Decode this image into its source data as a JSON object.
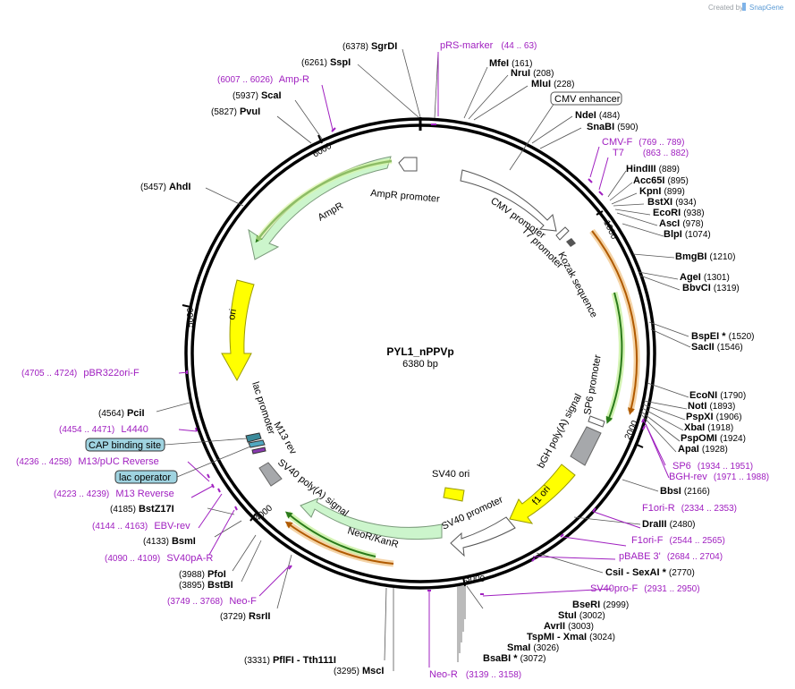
{
  "header": {
    "credit": "Created by",
    "brand": "SnapGene"
  },
  "plasmid": {
    "name": "PYL1_nPPVp",
    "size": "6380 bp"
  },
  "ruler": [
    "1000",
    "2000",
    "3000",
    "4000",
    "5000",
    "6000"
  ],
  "enzymes": [
    {
      "name": "SgrDI",
      "pos": "(6378)"
    },
    {
      "name": "SspI",
      "pos": "(6261)"
    },
    {
      "name": "ScaI",
      "pos": "(5937)"
    },
    {
      "name": "PvuI",
      "pos": "(5827)"
    },
    {
      "name": "AhdI",
      "pos": "(5457)"
    },
    {
      "name": "MfeI",
      "pos": "(161)"
    },
    {
      "name": "NruI",
      "pos": "(208)"
    },
    {
      "name": "MluI",
      "pos": "(228)"
    },
    {
      "name": "NdeI",
      "pos": "(484)"
    },
    {
      "name": "SnaBI",
      "pos": "(590)"
    },
    {
      "name": "HindIII",
      "pos": "(889)"
    },
    {
      "name": "Acc65I",
      "pos": "(895)"
    },
    {
      "name": "KpnI",
      "pos": "(899)"
    },
    {
      "name": "BstXI",
      "pos": "(934)"
    },
    {
      "name": "EcoRI",
      "pos": "(938)"
    },
    {
      "name": "AscI",
      "pos": "(978)"
    },
    {
      "name": "BlpI",
      "pos": "(1074)"
    },
    {
      "name": "BmgBI",
      "pos": "(1210)"
    },
    {
      "name": "AgeI",
      "pos": "(1301)"
    },
    {
      "name": "BbvCI",
      "pos": "(1319)"
    },
    {
      "name": "BspEI *",
      "pos": "(1520)"
    },
    {
      "name": "SacII",
      "pos": "(1546)"
    },
    {
      "name": "EcoNI",
      "pos": "(1790)"
    },
    {
      "name": "NotI",
      "pos": "(1893)"
    },
    {
      "name": "PspXI",
      "pos": "(1906)"
    },
    {
      "name": "XbaI",
      "pos": "(1918)"
    },
    {
      "name": "PspOMI",
      "pos": "(1924)"
    },
    {
      "name": "ApaI",
      "pos": "(1928)"
    },
    {
      "name": "BbsI",
      "pos": "(2166)"
    },
    {
      "name": "DraIII",
      "pos": "(2480)"
    },
    {
      "name": "CsiI - SexAI *",
      "pos": "(2770)"
    },
    {
      "name": "BseRI",
      "pos": "(2999)"
    },
    {
      "name": "StuI",
      "pos": "(3002)"
    },
    {
      "name": "AvrII",
      "pos": "(3003)"
    },
    {
      "name": "TspMI - XmaI",
      "pos": "(3024)"
    },
    {
      "name": "SmaI",
      "pos": "(3026)"
    },
    {
      "name": "BsaBI *",
      "pos": "(3072)"
    },
    {
      "name": "MscI",
      "pos": "(3295)"
    },
    {
      "name": "PflFI - Tth111I",
      "pos": "(3331)"
    },
    {
      "name": "RsrII",
      "pos": "(3729)"
    },
    {
      "name": "BstBI",
      "pos": "(3895)"
    },
    {
      "name": "PfoI",
      "pos": "(3988)"
    },
    {
      "name": "BsmI",
      "pos": "(4133)"
    },
    {
      "name": "BstZ17I",
      "pos": "(4185)"
    },
    {
      "name": "PciI",
      "pos": "(4564)"
    }
  ],
  "primers": [
    {
      "name": "pRS-marker",
      "pos": "(44 .. 63)"
    },
    {
      "name": "Amp-R",
      "pos": "(6007 .. 6026)"
    },
    {
      "name": "CMV-F",
      "pos": "(769 .. 789)"
    },
    {
      "name": "T7",
      "pos": "(863 .. 882)"
    },
    {
      "name": "SP6",
      "pos": "(1934 .. 1951)"
    },
    {
      "name": "BGH-rev",
      "pos": "(1971 .. 1988)"
    },
    {
      "name": "F1ori-R",
      "pos": "(2334 .. 2353)"
    },
    {
      "name": "F1ori-F",
      "pos": "(2544 .. 2565)"
    },
    {
      "name": "pBABE 3'",
      "pos": "(2684 .. 2704)"
    },
    {
      "name": "SV40pro-F",
      "pos": "(2931 .. 2950)"
    },
    {
      "name": "Neo-R",
      "pos": "(3139 .. 3158)"
    },
    {
      "name": "Neo-F",
      "pos": "(3749 .. 3768)"
    },
    {
      "name": "SV40pA-R",
      "pos": "(4090 .. 4109)"
    },
    {
      "name": "EBV-rev",
      "pos": "(4144 .. 4163)"
    },
    {
      "name": "M13 Reverse",
      "pos": "(4223 .. 4239)"
    },
    {
      "name": "M13/pUC Reverse",
      "pos": "(4236 .. 4258)"
    },
    {
      "name": "L4440",
      "pos": "(4454 .. 4471)"
    },
    {
      "name": "pBR322ori-F",
      "pos": "(4705 .. 4724)"
    }
  ],
  "boxed_features": [
    "CMV enhancer",
    "CAP binding site",
    "lac operator"
  ],
  "features": {
    "ampr_promoter": "AmpR promoter",
    "ampr": "AmpR",
    "cmv_promoter": "CMV promoter",
    "t7_promoter": "T7 promoter",
    "kozak": "Kozak sequence",
    "ori": "ori",
    "sp6_promoter": "SP6 promoter",
    "bgh_polya": "bGH poly(A) signal",
    "lac_promoter": "lac promoter",
    "m13_rev": "M13 rev",
    "sv40_polya": "SV40 poly(A) signal",
    "f1_ori": "f1 ori",
    "sv40_ori": "SV40 ori",
    "sv40_promoter": "SV40 promoter",
    "neor": "NeoR/KanR"
  },
  "colors": {
    "backbone": "#000000",
    "ampr_fill": "#ccf5cc",
    "ori_fill": "#ffff00",
    "f1_fill": "#ffff00",
    "sv40ori_fill": "#ffff00",
    "neor_fill": "#ccf5cc",
    "promoter_fill": "#ffffff",
    "polya_fill": "#a6a8ab",
    "primer": "#a020c0",
    "orf_orange": "#f0a040",
    "orf_green": "#50b030"
  }
}
